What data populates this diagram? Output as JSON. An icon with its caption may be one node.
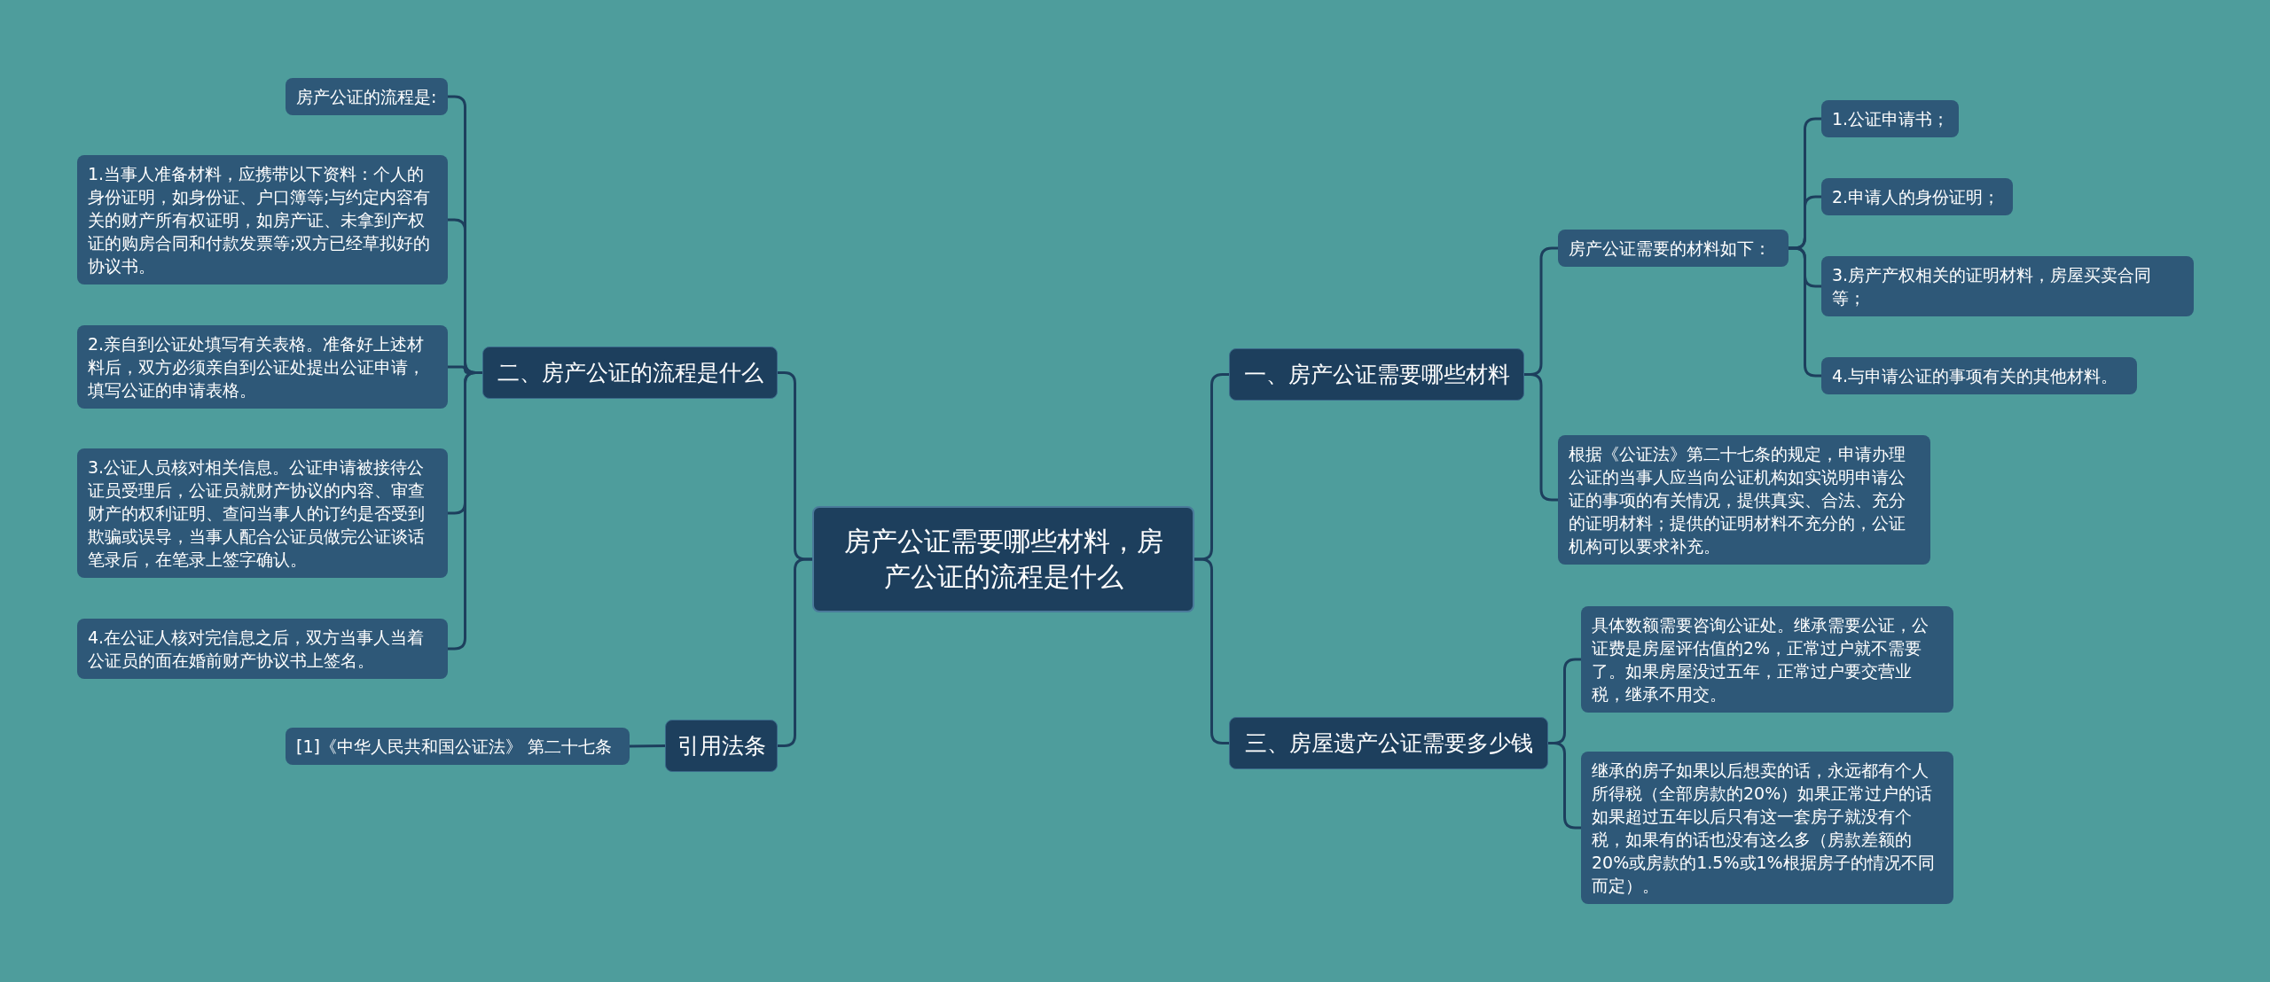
{
  "diagram": {
    "nodes": [
      {
        "text": [
          "房产公证需要哪些材料，房产公证的流程是什么"
        ]
      },
      {
        "text": [
          "一、房产公证需要哪些材料"
        ]
      },
      {
        "text": [
          "房产公证需要的材料如下："
        ]
      },
      {
        "text": [
          "1.公证申请书；"
        ]
      },
      {
        "text": [
          "2.申请人的身份证明；"
        ]
      },
      {
        "text": [
          "3.房产产权相关的证明材料，房屋买卖合同等；"
        ]
      },
      {
        "text": [
          "4.与申请公证的事项有关的其他材料。"
        ]
      },
      {
        "text": [
          "根据《公证法》第二十七条的规定，申请办理公证的当事人应当向公证机构如实说明申请公证的事项的有关情况，提供真实、合法、充分的证明材料；提供的证明材料不充分的，公证机构可以要求补充。"
        ]
      },
      {
        "text": [
          "三、房屋遗产公证需要多少钱"
        ]
      },
      {
        "text": [
          "具体数额需要咨询公证处。继承需要公证，公证费是房屋评估值的2%，正常过户就不需要了。如果房屋没过五年，正常过户要交营业税，继承不用交。"
        ]
      },
      {
        "text": [
          "继承的房子如果以后想卖的话，永远都有个人所得税（全部房款的20%）如果正常过户的话如果超过五年以后只有这一套房子就没有个税，如果有的话也没有这么多（房款差额的20%或房款的1.5%或1%根据房子的情况不同而定）。"
        ]
      },
      {
        "text": [
          "二、房产公证的流程是什么"
        ]
      },
      {
        "text": [
          "房产公证的流程是:"
        ]
      },
      {
        "text": [
          "1.当事人准备材料，应携带以下资料：个人的身份证明，如身份证、户口簿等;与约定内容有关的财产所有权证明，如房产证、未拿到产权证的购房合同和付款发票等;双方已经草拟好的协议书。"
        ]
      },
      {
        "text": [
          "2.亲自到公证处填写有关表格。准备好上述材料后，双方必须亲自到公证处提出公证申请，填写公证的申请表格。"
        ]
      },
      {
        "text": [
          "3.公证人员核对相关信息。公证申请被接待公证员受理后，公证员就财产协议的内容、审查财产的权利证明、查问当事人的订约是否受到欺骗或误导，当事人配合公证员做完公证谈话笔录后，在笔录上签字确认。"
        ]
      },
      {
        "text": [
          "4.在公证人核对完信息之后，双方当事人当着公证员的面在婚前财产协议书上签名。"
        ]
      },
      {
        "text": [
          "引用法条"
        ]
      },
      {
        "text": [
          "[1]《中华人民共和国公证法》 第二十七条"
        ]
      }
    ],
    "edges": [
      {
        "from": 0,
        "to": 1,
        "arrow": "none"
      },
      {
        "from": 1,
        "to": 2,
        "arrow": "none"
      },
      {
        "from": 2,
        "to": 3,
        "arrow": "none"
      },
      {
        "from": 2,
        "to": 4,
        "arrow": "none"
      },
      {
        "from": 2,
        "to": 5,
        "arrow": "none"
      },
      {
        "from": 2,
        "to": 6,
        "arrow": "none"
      },
      {
        "from": 1,
        "to": 7,
        "arrow": "none"
      },
      {
        "from": 0,
        "to": 8,
        "arrow": "none"
      },
      {
        "from": 8,
        "to": 9,
        "arrow": "none"
      },
      {
        "from": 8,
        "to": 10,
        "arrow": "none"
      },
      {
        "from": 0,
        "to": 11,
        "arrow": "none"
      },
      {
        "from": 11,
        "to": 12,
        "arrow": "none"
      },
      {
        "from": 11,
        "to": 13,
        "arrow": "none"
      },
      {
        "from": 11,
        "to": 14,
        "arrow": "none"
      },
      {
        "from": 11,
        "to": 15,
        "arrow": "none"
      },
      {
        "from": 11,
        "to": 16,
        "arrow": "none"
      },
      {
        "from": 0,
        "to": 17,
        "arrow": "none"
      },
      {
        "from": 17,
        "to": 18,
        "arrow": "none"
      }
    ]
  }
}
